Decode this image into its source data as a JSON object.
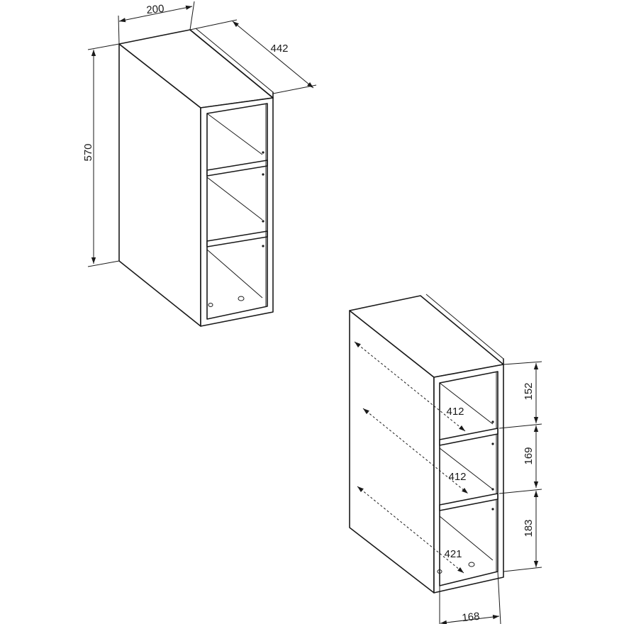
{
  "dimensions": {
    "width": "200",
    "depth": "442",
    "height": "570",
    "shelf_depth_top": "412",
    "shelf_depth_middle": "412",
    "shelf_depth_bottom": "421",
    "compartment_top": "152",
    "compartment_middle": "169",
    "compartment_bottom": "183",
    "inner_width": "168"
  },
  "colors": {
    "line": "#1a1a1a",
    "background": "#ffffff"
  }
}
